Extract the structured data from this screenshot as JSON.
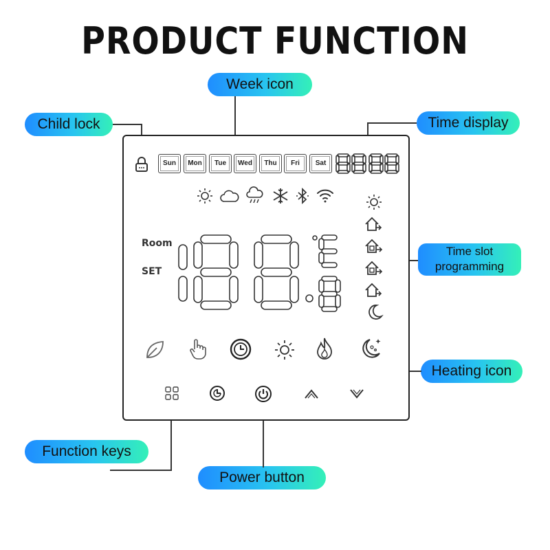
{
  "title": "PRODUCT FUNCTION",
  "callouts": {
    "week_icon": "Week icon",
    "child_lock": "Child lock",
    "time_display": "Time display",
    "time_slot_line1": "Time slot",
    "time_slot_line2": "programming",
    "heating_icon": "Heating icon",
    "function_keys": "Function keys",
    "power_button": "Power button"
  },
  "days": [
    "Sun",
    "Mon",
    "Tue",
    "Wed",
    "Thu",
    "Fri",
    "Sat"
  ],
  "labels": {
    "room": "Room",
    "set": "SET"
  },
  "status_icons": [
    "sun-icon",
    "cloud-icon",
    "rain-cloud-icon",
    "snowflake-icon",
    "bluetooth-icon",
    "wifi-icon"
  ],
  "slot_icons": [
    "sun-icon",
    "home-leave-icon",
    "home-return-icon",
    "home-leave-2-icon",
    "home-return-2-icon",
    "moon-icon"
  ],
  "mode_icons": [
    "leaf-icon",
    "hand-icon",
    "clock-icon",
    "sun-icon",
    "flame-icon",
    "moon-stars-icon"
  ],
  "keys": [
    "menu-grid-icon",
    "clock-key-icon",
    "power-icon",
    "up-arrow-icon",
    "down-arrow-icon"
  ],
  "accent_gradient": [
    "#1f8dff",
    "#28c4f0",
    "#34f0b8"
  ]
}
